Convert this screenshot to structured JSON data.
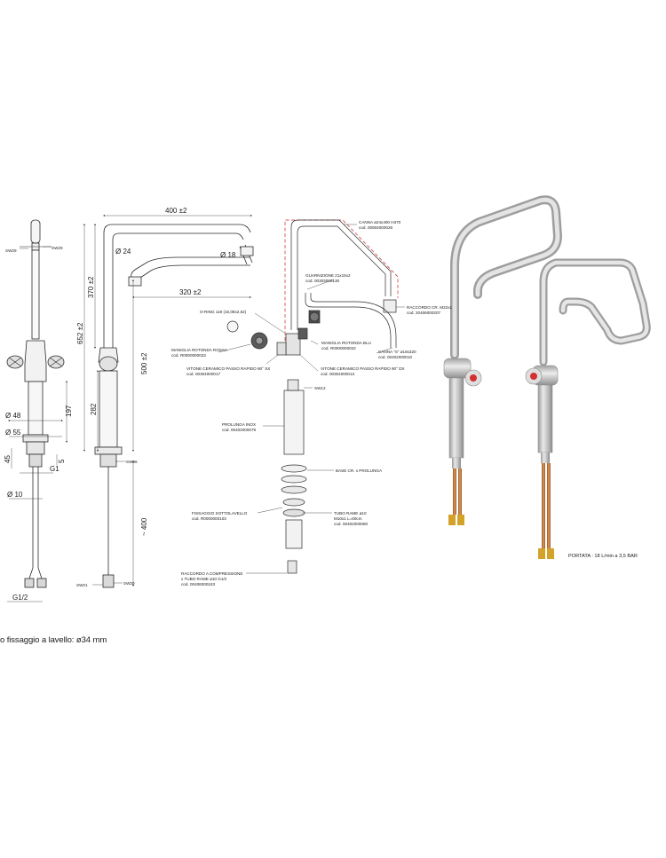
{
  "dimensions": {
    "width_400": "400 ±2",
    "dia_24": "Ø 24",
    "dia_18": "Ø 18",
    "width_320": "320 ±2",
    "height_370": "370 ±2",
    "height_652": "652 ±2",
    "height_500": "500 ±2",
    "height_282": "282",
    "height_197": "197",
    "dia_48": "Ø 48",
    "dia_55": "Ø 55",
    "height_45": "45",
    "height_5": "5",
    "thread_g1": "G1",
    "dia_10": "Ø 10",
    "length_400": "~ 400",
    "thread_g12": "G1/2"
  },
  "wrench_sizes": {
    "sw29_left": "SW29",
    "sw29_right": "SW29",
    "sw36": "SW36",
    "sw20": "SW20",
    "sw21": "SW21",
    "sw12": "SW12"
  },
  "parts": {
    "canna": {
      "name": "CANNA ø24x400 H370",
      "code": "cod. 00604000026"
    },
    "guarnizione": {
      "name": "GUARNIZIONE 21x15x2",
      "code": "cod. 00303000130"
    },
    "raccordo_cr": {
      "name": "RACCORDO CR. M22x1",
      "code": "cod. 20406000207"
    },
    "oring": {
      "name": "O-RING 119 (15,08x2,62)",
      "code": ""
    },
    "maniglia_blu": {
      "name": "MANIGLIA ROTONDA BLU",
      "code": "cod. R0000000022"
    },
    "maniglia_rossa": {
      "name": "MANIGLIA ROTONDA ROSSA",
      "code": "cod. R0000000023"
    },
    "canna_s": {
      "name": "CANNA \"S\" ø18x320",
      "code": "cod. 00402000010"
    },
    "vitone_sx": {
      "name": "VITONE CERAMICO PASSO RAPIDO 90° SX",
      "code": "cod. 00304000017"
    },
    "vitone_dx": {
      "name": "VITONE CERAMICO PASSO RAPIDO 90° DX",
      "code": "cod. 00304000013"
    },
    "prolunga": {
      "name": "PROLUNGA INOX",
      "code": "cod. 00402000079"
    },
    "base": {
      "name": "BASE CR. x PROLUNGA",
      "code": ""
    },
    "fissaggio": {
      "name": "FISSAGGIO SOTTOLAVELLO",
      "code": "cod. R0000000103"
    },
    "tubo": {
      "name": "TUBO RAME ø10",
      "line2": "M10x1 L=60cm",
      "code": "cod. 00402000080"
    },
    "raccordo_comp": {
      "name": "RACCORDO A COMPRESSIONE",
      "line2": "x TUBO RAME ø10  G1/2",
      "code": "cod. 00406000243"
    }
  },
  "notes": {
    "fissaggio": "o fissaggio a lavello: ø34 mm",
    "portata": "PORTATA : 18 L/min a 3,5 BAR"
  },
  "colors": {
    "line": "#2b2b2b",
    "red_dash": "#d22020",
    "chrome": "#c8c8c8",
    "copper": "#c67c3e",
    "brass": "#d3a22a",
    "blue_knob": "#2f6fd0",
    "red_knob": "#d33030"
  }
}
